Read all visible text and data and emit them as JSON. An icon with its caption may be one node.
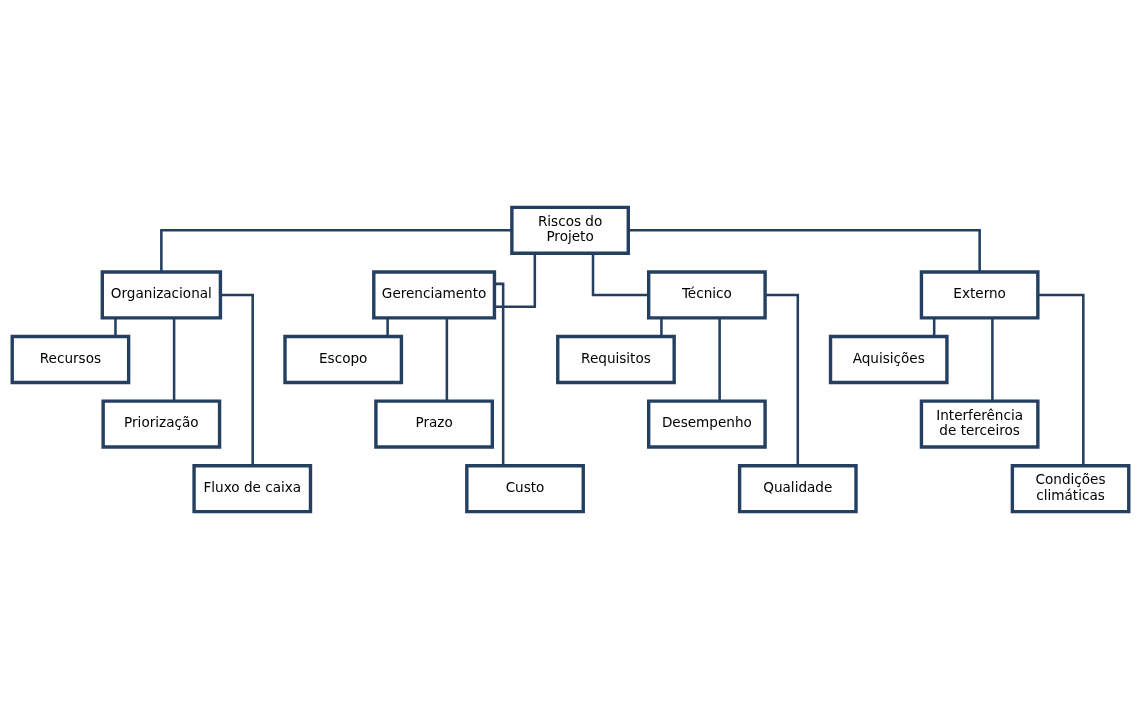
{
  "diagram": {
    "nodes": [
      {
        "text": [
          "Riscos do Projeto"
        ]
      },
      {
        "text": [
          "Organizacional"
        ]
      },
      {
        "text": [
          "Gerenciamento"
        ]
      },
      {
        "text": [
          "Técnico"
        ]
      },
      {
        "text": [
          "Externo"
        ]
      },
      {
        "text": [
          "Recursos"
        ]
      },
      {
        "text": [
          "Priorização"
        ]
      },
      {
        "text": [
          "Fluxo de caixa"
        ]
      },
      {
        "text": [
          "Escopo"
        ]
      },
      {
        "text": [
          "Prazo"
        ]
      },
      {
        "text": [
          "Custo"
        ]
      },
      {
        "text": [
          "Requisitos"
        ]
      },
      {
        "text": [
          "Desempenho"
        ]
      },
      {
        "text": [
          "Qualidade"
        ]
      },
      {
        "text": [
          "Aquisições"
        ]
      },
      {
        "text": [
          "Interferência de terceiros"
        ]
      },
      {
        "text": [
          "Condições climáticas"
        ]
      }
    ],
    "edges": [
      {
        "from": 0,
        "to": 1,
        "arrow": "none"
      },
      {
        "from": 0,
        "to": 2,
        "arrow": "none"
      },
      {
        "from": 0,
        "to": 3,
        "arrow": "none"
      },
      {
        "from": 0,
        "to": 4,
        "arrow": "none"
      },
      {
        "from": 1,
        "to": 5,
        "arrow": "none"
      },
      {
        "from": 1,
        "to": 6,
        "arrow": "none"
      },
      {
        "from": 1,
        "to": 7,
        "arrow": "none"
      },
      {
        "from": 2,
        "to": 8,
        "arrow": "none"
      },
      {
        "from": 2,
        "to": 9,
        "arrow": "none"
      },
      {
        "from": 2,
        "to": 10,
        "arrow": "none"
      },
      {
        "from": 3,
        "to": 11,
        "arrow": "none"
      },
      {
        "from": 3,
        "to": 12,
        "arrow": "none"
      },
      {
        "from": 3,
        "to": 13,
        "arrow": "none"
      },
      {
        "from": 4,
        "to": 14,
        "arrow": "none"
      },
      {
        "from": 4,
        "to": 15,
        "arrow": "none"
      },
      {
        "from": 4,
        "to": 16,
        "arrow": "none"
      }
    ]
  }
}
